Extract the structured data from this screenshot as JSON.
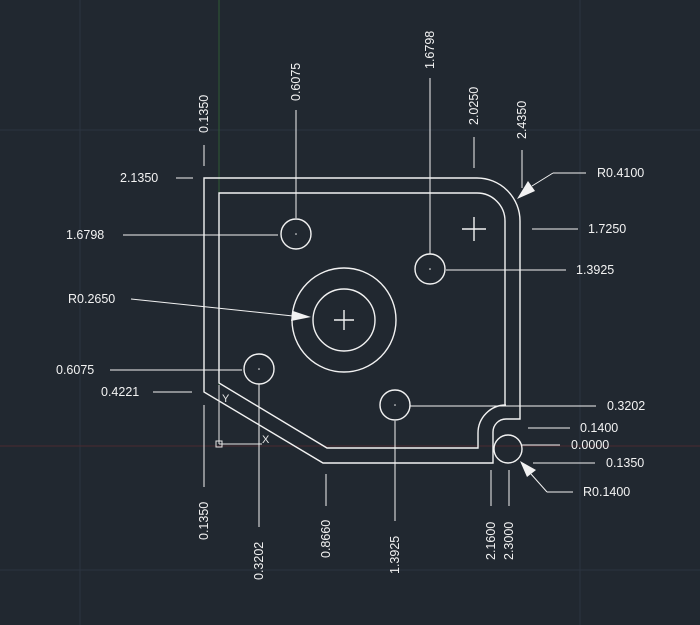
{
  "drawing": {
    "background_color": "#212830",
    "line_color": "#f2f2f2",
    "grid_color": "#2c3440",
    "x_axis_color": "#4a2a30",
    "y_axis_color": "#2e5a34",
    "ucs_labels": {
      "x": "X",
      "y": "Y"
    },
    "left_dims": {
      "d1": "2.1350",
      "d2": "1.6798",
      "d3": "R0.2650",
      "d4": "0.6075",
      "d5": "0.4221"
    },
    "top_dims": {
      "t1": "0.1350",
      "t2": "0.6075",
      "t3": "1.6798",
      "t4": "2.0250",
      "t5": "2.4350"
    },
    "right_dims": {
      "r1": "R0.4100",
      "r2": "1.7250",
      "r3": "1.3925",
      "r4": "0.3202",
      "r5": "0.1400",
      "r6": "0.0000",
      "r7": "0.1350",
      "r8": "R0.1400"
    },
    "bottom_dims": {
      "b1": "0.1350",
      "b2": "0.3202",
      "b3": "0.8660",
      "b4": "1.3925",
      "b5": "2.1600",
      "b6": "2.3000"
    }
  }
}
